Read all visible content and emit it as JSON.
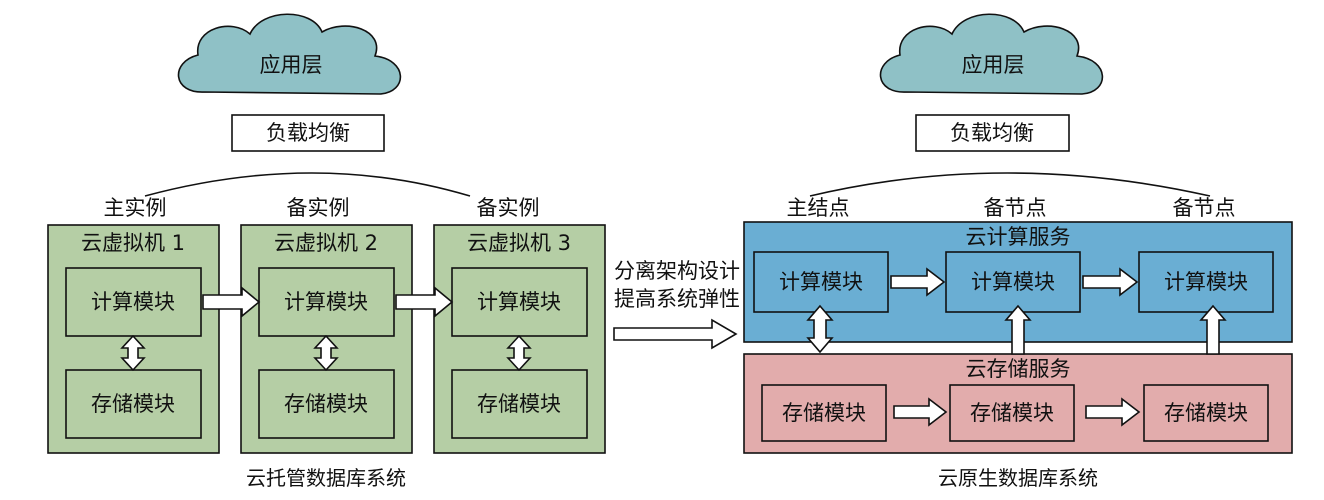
{
  "left": {
    "cloud_label": "应用层",
    "lb_label": "负载均衡",
    "instances": [
      {
        "role": "主实例",
        "vm": "云虚拟机 1",
        "compute": "计算模块",
        "storage": "存储模块"
      },
      {
        "role": "备实例",
        "vm": "云虚拟机 2",
        "compute": "计算模块",
        "storage": "存储模块"
      },
      {
        "role": "备实例",
        "vm": "云虚拟机 3",
        "compute": "计算模块",
        "storage": "存储模块"
      }
    ],
    "caption": "云托管数据库系统"
  },
  "middle": {
    "line1": "分离架构设计",
    "line2": "提高系统弹性"
  },
  "right": {
    "cloud_label": "应用层",
    "lb_label": "负载均衡",
    "nodes": [
      "主结点",
      "备节点",
      "备节点"
    ],
    "compute_service": {
      "title": "云计算服务",
      "modules": [
        "计算模块",
        "计算模块",
        "计算模块"
      ]
    },
    "storage_service": {
      "title": "云存储服务",
      "modules": [
        "存储模块",
        "存储模块",
        "存储模块"
      ]
    },
    "caption": "云原生数据库系统"
  },
  "colors": {
    "cloud": "#8fc1c6",
    "vm_green": "#b5cea5",
    "compute_blue": "#6aaed3",
    "storage_pink": "#e2acac"
  }
}
